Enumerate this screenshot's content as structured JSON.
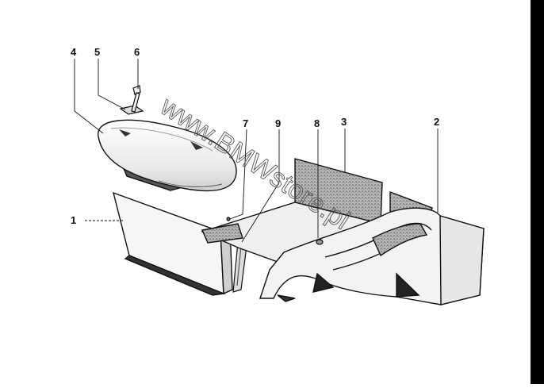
{
  "diagram": {
    "callouts": [
      {
        "id": "part-1",
        "label": "1"
      },
      {
        "id": "part-2",
        "label": "2"
      },
      {
        "id": "part-3",
        "label": "3"
      },
      {
        "id": "part-4",
        "label": "4"
      },
      {
        "id": "part-5",
        "label": "5"
      },
      {
        "id": "part-6",
        "label": "6"
      },
      {
        "id": "part-7",
        "label": "7"
      },
      {
        "id": "part-8",
        "label": "8"
      },
      {
        "id": "part-9",
        "label": "9"
      }
    ],
    "watermark": "www.BMWstore.pl"
  },
  "colors": {
    "line": "#111111",
    "felt": "#8a8a8a",
    "shadow": "#222222",
    "panel": "#f4f4f4"
  }
}
